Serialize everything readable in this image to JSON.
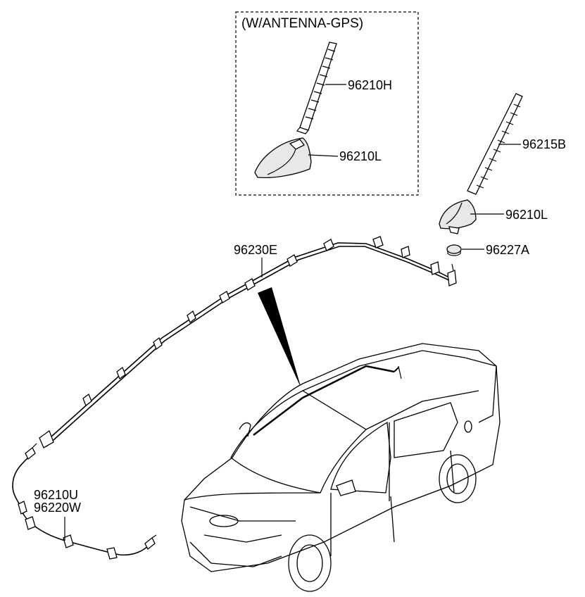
{
  "inset": {
    "title": "(W/ANTENNA-GPS)"
  },
  "parts": [
    {
      "id": "p1",
      "number": "96210H"
    },
    {
      "id": "p2",
      "number": "96210L"
    },
    {
      "id": "p3",
      "number": "96215B"
    },
    {
      "id": "p4",
      "number": "96210L"
    },
    {
      "id": "p5",
      "number": "96227A"
    },
    {
      "id": "p6",
      "number": "96230E"
    },
    {
      "id": "p7",
      "number": "96210U"
    },
    {
      "id": "p8",
      "number": "96220W"
    }
  ]
}
